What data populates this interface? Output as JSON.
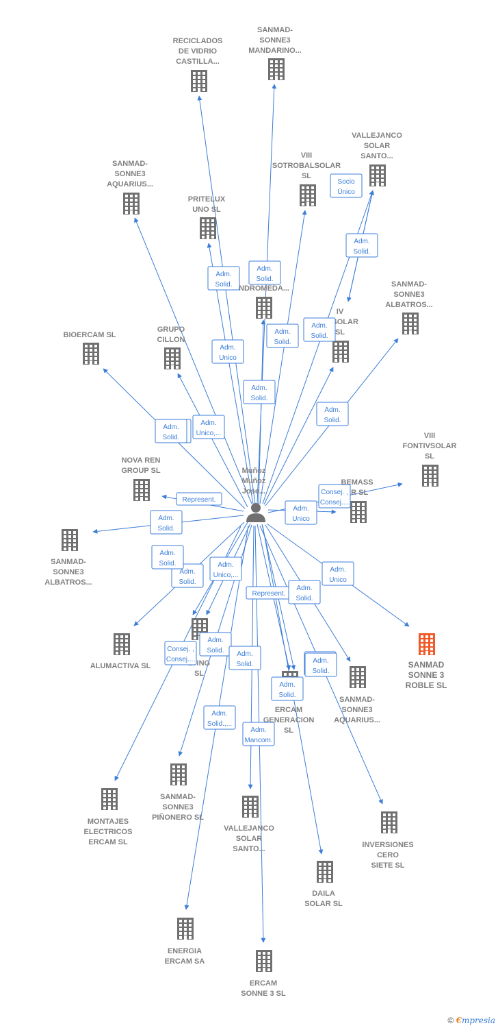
{
  "center": {
    "label": "Muñoz Muñoz Jose...",
    "lines": [
      "Muñoz",
      "Muñoz",
      "Jose..."
    ]
  },
  "highlight_color": "#f05a28",
  "node_color": "#707070",
  "edge_color": "#3b7dd8",
  "companies": [
    {
      "id": "reciclados",
      "lines": [
        "RECICLADOS",
        "DE VIDRIO",
        "CASTILLA..."
      ]
    },
    {
      "id": "mandarino",
      "lines": [
        "SANMAD-",
        "SONNE3",
        "MANDARINO..."
      ]
    },
    {
      "id": "vallejanco1",
      "lines": [
        "VALLEJANCO",
        "SOLAR",
        "SANTO..."
      ]
    },
    {
      "id": "sotrobal",
      "lines": [
        "VIII",
        "SOTROBALSOLAR",
        "SL"
      ]
    },
    {
      "id": "aquarius1",
      "lines": [
        "SANMAD-",
        "SONNE3",
        "AQUARIUS..."
      ]
    },
    {
      "id": "pritelux",
      "lines": [
        "PRITELUX",
        "UNO SL"
      ]
    },
    {
      "id": "andromeda",
      "lines": [
        "S",
        "S",
        "NDROMEDA..."
      ]
    },
    {
      "id": "albatros1",
      "lines": [
        "SANMAD-",
        "SONNE3",
        "ALBATROS..."
      ]
    },
    {
      "id": "ivensolar",
      "lines": [
        "IV",
        "ENSOLAR",
        "SL"
      ]
    },
    {
      "id": "bioercam",
      "lines": [
        "BIOERCAM SL"
      ]
    },
    {
      "id": "grupo",
      "lines": [
        "GRUPO",
        "CILLON"
      ]
    },
    {
      "id": "fontiv",
      "lines": [
        "VIII",
        "FONTIVSOLAR",
        "SL"
      ]
    },
    {
      "id": "novaren",
      "lines": [
        "NOVA REN",
        "GROUP  SL"
      ]
    },
    {
      "id": "bemass",
      "lines": [
        "BEMASS",
        "ER  SL"
      ]
    },
    {
      "id": "albatros2",
      "lines": [
        "SANMAD-",
        "SONNE3",
        "ALBATROS..."
      ]
    },
    {
      "id": "roble",
      "lines": [
        "SANMAD",
        "SONNE 3",
        "ROBLE  SL"
      ],
      "highlight": true
    },
    {
      "id": "alumactiva",
      "lines": [
        "ALUMACTIVA SL"
      ]
    },
    {
      "id": "consulting",
      "lines": [
        "LTING",
        "SL"
      ]
    },
    {
      "id": "ercamgen",
      "lines": [
        "ERCAM",
        "GENERACION",
        "SL"
      ]
    },
    {
      "id": "aquarius2",
      "lines": [
        "SANMAD-",
        "SONNE3",
        "AQUARIUS..."
      ]
    },
    {
      "id": "montajes",
      "lines": [
        "MONTAJES",
        "ELECTRICOS",
        "ERCAM SL"
      ]
    },
    {
      "id": "pinonero",
      "lines": [
        "SANMAD-",
        "SONNE3",
        "PIÑONERO  SL"
      ]
    },
    {
      "id": "vallejanco2",
      "lines": [
        "VALLEJANCO",
        "SOLAR",
        "SANTO..."
      ]
    },
    {
      "id": "inversiones",
      "lines": [
        "INVERSIONES",
        "CERO",
        "SIETE  SL"
      ]
    },
    {
      "id": "daila",
      "lines": [
        "DAILA",
        "SOLAR SL"
      ]
    },
    {
      "id": "energia",
      "lines": [
        "ENERGIA",
        "ERCAM SA"
      ]
    },
    {
      "id": "ercamsonne",
      "lines": [
        "ERCAM",
        "SONNE 3  SL"
      ]
    }
  ],
  "edges": [
    {
      "from": "center",
      "to": "reciclados",
      "label": [
        "Adm.",
        "Solid."
      ]
    },
    {
      "from": "center",
      "to": "mandarino",
      "label": [
        "Adm.",
        "Solid."
      ]
    },
    {
      "from": "center",
      "to": "sotrobal",
      "label": [
        "Adm.",
        "Solid."
      ]
    },
    {
      "from": "center",
      "to": "vallejanco1",
      "label": [
        "Adm.",
        "Solid."
      ]
    },
    {
      "from": "vallejanco1",
      "to": "ivensolar",
      "label": [
        "Socio",
        "Único"
      ]
    },
    {
      "from": "ivensolar",
      "to": "vallejanco1",
      "label": [
        "Socio",
        "Único"
      ]
    },
    {
      "from": "center",
      "to": "aquarius1",
      "label": [
        "Adm.",
        "Solid."
      ]
    },
    {
      "from": "center",
      "to": "pritelux",
      "label": [
        "Adm.",
        "Unico"
      ]
    },
    {
      "from": "center",
      "to": "andromeda",
      "label": [
        "Adm.",
        "Solid."
      ]
    },
    {
      "from": "center",
      "to": "albatros1",
      "label": [
        "Adm.",
        "Solid."
      ]
    },
    {
      "from": "center",
      "to": "ivensolar",
      "label": [
        "Adm.",
        "Solid."
      ]
    },
    {
      "from": "center",
      "to": "bioercam",
      "label": [
        "Adm.",
        "Solid."
      ]
    },
    {
      "from": "center",
      "to": "grupo",
      "label": [
        "Adm.",
        "Unico,..."
      ]
    },
    {
      "from": "center",
      "to": "fontiv",
      "label": [
        "Consej. ,",
        "Consej...."
      ]
    },
    {
      "from": "center",
      "to": "novaren",
      "label": [
        "Represent."
      ]
    },
    {
      "from": "center",
      "to": "bemass",
      "label": [
        "Adm.",
        "Unico"
      ]
    },
    {
      "from": "center",
      "to": "albatros2",
      "label": [
        "Adm.",
        "Solid."
      ]
    },
    {
      "from": "center",
      "to": "roble",
      "label": [
        "Adm.",
        "Unico"
      ]
    },
    {
      "from": "center",
      "to": "alumactiva",
      "label": [
        "Adm.",
        "Solid."
      ]
    },
    {
      "from": "center",
      "to": "consulting",
      "label": [
        "Adm.",
        "Solid."
      ]
    },
    {
      "from": "center",
      "to": "consulting",
      "label": [
        "Adm.",
        "Unico,..."
      ]
    },
    {
      "from": "center",
      "to": "ercamgen",
      "label": [
        "Represent."
      ]
    },
    {
      "from": "center",
      "to": "ercamgen",
      "label": [
        "Adm.",
        "Solid."
      ]
    },
    {
      "from": "center",
      "to": "aquarius2",
      "label": [
        "Adm.",
        "Solid."
      ]
    },
    {
      "from": "center",
      "to": "montajes",
      "label": [
        "Consej. ,",
        "Consej...."
      ]
    },
    {
      "from": "center",
      "to": "pinonero",
      "label": [
        "Adm.",
        "Solid."
      ]
    },
    {
      "from": "center",
      "to": "vallejanco2",
      "label": [
        "Adm.",
        "Solid."
      ]
    },
    {
      "from": "center",
      "to": "inversiones",
      "label": [
        "Adm.",
        "Solid."
      ]
    },
    {
      "from": "center",
      "to": "daila",
      "label": [
        "Adm.",
        "Solid."
      ]
    },
    {
      "from": "center",
      "to": "energia",
      "label": [
        "Adm.",
        "Solid.,..."
      ]
    },
    {
      "from": "center",
      "to": "ercamsonne",
      "label": [
        "Adm.",
        "Mancom."
      ]
    }
  ],
  "footer": {
    "copyright": "©",
    "brand_e": "€",
    "brand_rest": "mpresia"
  }
}
